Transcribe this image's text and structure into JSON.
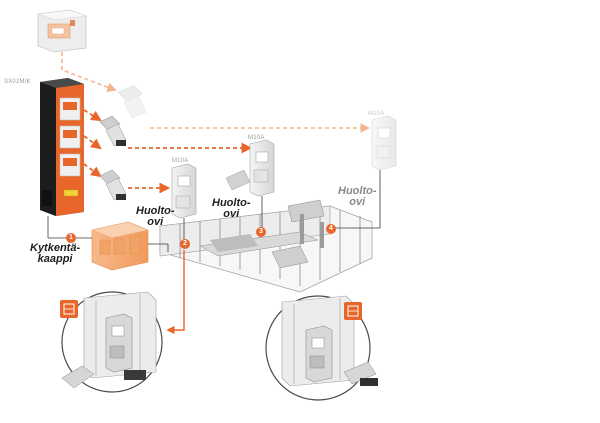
{
  "colors": {
    "accent": "#e8662a",
    "accent_light": "#f6b07a",
    "dark": "#2a2a2a",
    "grey": "#bdbdbd",
    "panel": "#f2f2f2"
  },
  "labels": {
    "switch_model": "SX02M/K",
    "module_1": "M10A",
    "module_2": "M10A",
    "module_3": "M10A",
    "cabinet": "Kytkentä-\nkaappi",
    "door_1": "Huolto-\novi",
    "door_2": "Huolto-\novi",
    "door_3": "Huolto-\novi"
  },
  "markers": [
    "1",
    "2",
    "3",
    "4"
  ],
  "icons": {
    "switch_unit": "safety-switch-icon",
    "door_symbol": "service-door-symbol-icon",
    "lock": "door-lock-icon",
    "key": "key-icon",
    "cabinet": "control-cabinet-icon"
  }
}
